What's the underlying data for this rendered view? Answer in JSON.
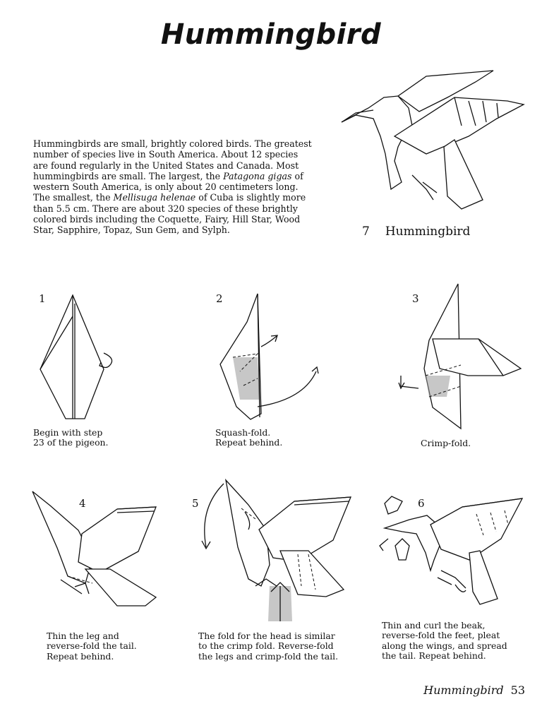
{
  "page": {
    "title": "Hummingbird",
    "footer_title": "Hummingbird",
    "page_number": "53"
  },
  "intro": {
    "before_italic_1": "Hummingbirds are small, brightly colored birds. The greatest number of species live in South America. About 12 species are found regularly in the United States and Canada. Most hummingbirds are small. The largest, the ",
    "italic_1": "Patagona gigas",
    "mid_1": " of western South America, is only about 20 centimeters long. The smallest, the ",
    "italic_2": "Mellisuga helenae",
    "after_italic_2": " of Cuba is slightly more than 5.5 cm. There are about 320 species of these brightly colored birds including the Coquette, Fairy, Hill Star, Wood Star, Sapphire, Topaz, Sun Gem, and Sylph."
  },
  "final": {
    "number": "7",
    "label": "Hummingbird"
  },
  "steps": [
    {
      "number": "1",
      "caption": [
        "Begin with step",
        "23 of the pigeon."
      ]
    },
    {
      "number": "2",
      "caption": [
        "Squash-fold.",
        "Repeat behind."
      ]
    },
    {
      "number": "3",
      "caption": [
        "Crimp-fold."
      ]
    },
    {
      "number": "4",
      "caption": [
        "Thin the leg and",
        "reverse-fold the tail.",
        "Repeat behind."
      ]
    },
    {
      "number": "5",
      "caption": [
        "The fold for the head is similar",
        "to the crimp fold. Reverse-fold",
        "the legs and crimp-fold the tail."
      ]
    },
    {
      "number": "6",
      "caption": [
        "Thin and curl the beak,",
        "reverse-fold the feet, pleat",
        "along the wings, and spread",
        "the tail. Repeat behind."
      ]
    }
  ]
}
